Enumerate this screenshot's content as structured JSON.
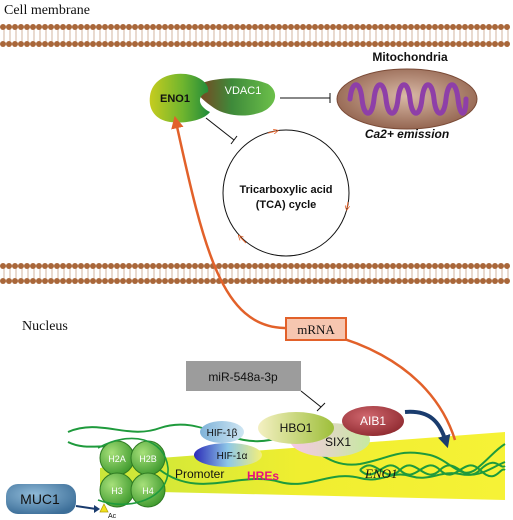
{
  "labels": {
    "cell_membrane": "Cell membrane",
    "nucleus": "Nucleus",
    "mitochondria": "Mitochondria",
    "ca_emission": "Ca2+ emission",
    "eno1_protein": "ENO1",
    "vdac1": "VDAC1",
    "tca_line1": "Tricarboxylic acid",
    "tca_line2": "(TCA) cycle",
    "mrna": "mRNA",
    "mirna": "miR-548a-3p",
    "hif1b": "HIF-1β",
    "hif1a": "HIF-1α",
    "hbo1": "HBO1",
    "six1": "SIX1",
    "aib1": "AIB1",
    "hres": "HREs",
    "promoter": "Promoter",
    "eno1_gene": "ENO1",
    "muc1": "MUC1",
    "h2a": "H2A",
    "h2b": "H2B",
    "h3": "H3",
    "h4": "H4",
    "ac": "Ac"
  },
  "colors": {
    "lipid_head": "#a9673a",
    "mrna_arrow": "#e2612a",
    "mrna_box_fill": "#f6c6b0",
    "dna_strand": "#1e9a3c",
    "nucleosome": "#6cc04a",
    "promoter_band": "#f3f03a",
    "activation_arrow": "#1a3c6e",
    "muc1": "#4a7fa8",
    "hres_text": "#e5127c",
    "aib1": "#b5363e",
    "mito_outer": "#b88a6a",
    "mito_crista": "#8e3fa8"
  }
}
